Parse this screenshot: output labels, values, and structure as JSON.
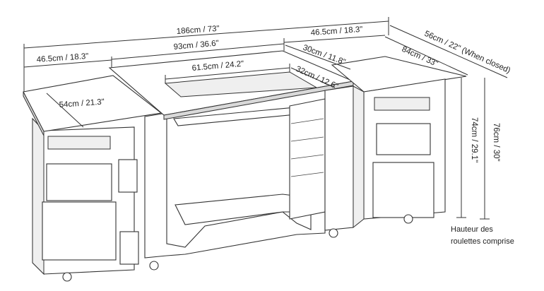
{
  "dimensions": {
    "total_width": "186cm / 73\"",
    "right_wing_width": "46.5cm / 18.3\"",
    "left_wing_width": "46.5cm / 18.3\"",
    "center_width": "93cm / 36.6\"",
    "top_depth": "30cm / 11.8\"",
    "opening_width": "61.5cm / 24.2\"",
    "opening_depth": "32cm / 12.6\"",
    "left_wing_depth": "54cm / 21.3\"",
    "depth_closed": "56cm / 22\" (When closed)",
    "depth_open": "84cm / 33\"",
    "height_table": "74cm / 29.1\"",
    "height_total": "76cm / 30\""
  },
  "caption": {
    "line1": "Hauteur des",
    "line2": "roulettes comprise"
  }
}
